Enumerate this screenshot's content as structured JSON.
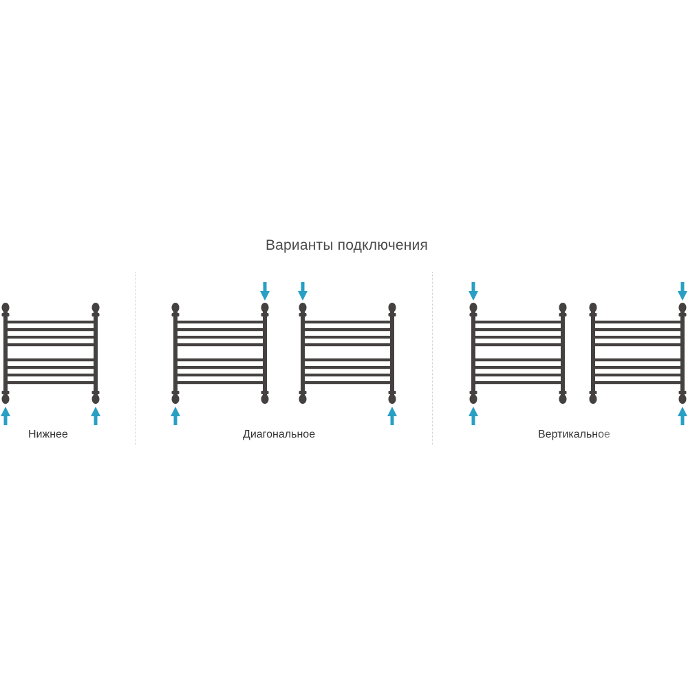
{
  "title": "Варианты подключения",
  "colors": {
    "radiator": "#454141",
    "arrow": "#2a9fc4",
    "text": "#333333"
  },
  "sections": [
    {
      "label": "Нижнее"
    },
    {
      "label": "Диагональное"
    },
    {
      "label": "Вертикальное"
    }
  ],
  "radiators": [
    {
      "section": "Нижнее",
      "arrows": [
        "bottom-left-up",
        "bottom-right-up"
      ]
    },
    {
      "section": "Диагональное",
      "arrows": [
        "top-right-down",
        "bottom-left-up"
      ]
    },
    {
      "section": "Диагональное",
      "arrows": [
        "top-left-down",
        "bottom-right-up"
      ]
    },
    {
      "section": "Вертикальное",
      "arrows": [
        "top-left-down",
        "bottom-left-up"
      ]
    },
    {
      "section": "Вертикальное",
      "arrows": [
        "top-right-down",
        "bottom-right-up"
      ]
    }
  ]
}
